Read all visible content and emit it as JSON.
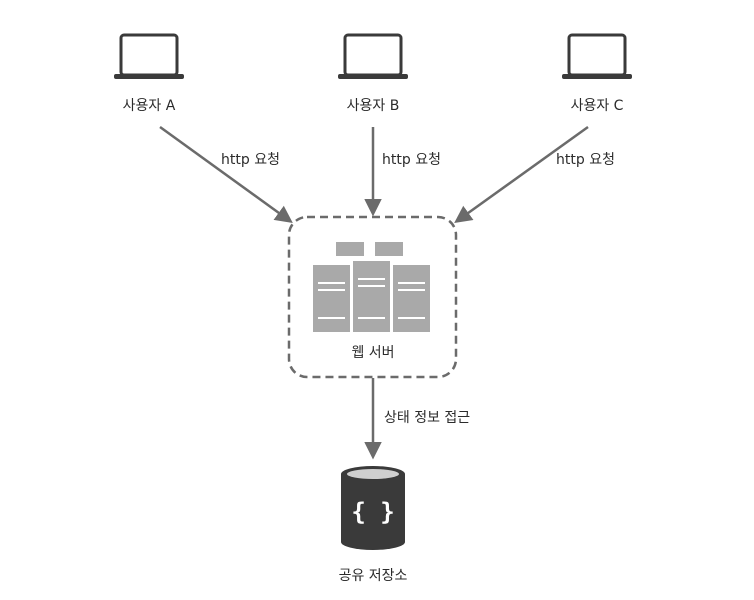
{
  "users": [
    {
      "label": "사용자 A",
      "request": "http 요청"
    },
    {
      "label": "사용자 B",
      "request": "http 요청"
    },
    {
      "label": "사용자 C",
      "request": "http 요청"
    }
  ],
  "web_server": {
    "label": "웹 서버"
  },
  "state_access": {
    "label": "상태 정보 접근"
  },
  "shared_storage": {
    "label": "공유 저장소",
    "icon_glyph": "{ }"
  }
}
